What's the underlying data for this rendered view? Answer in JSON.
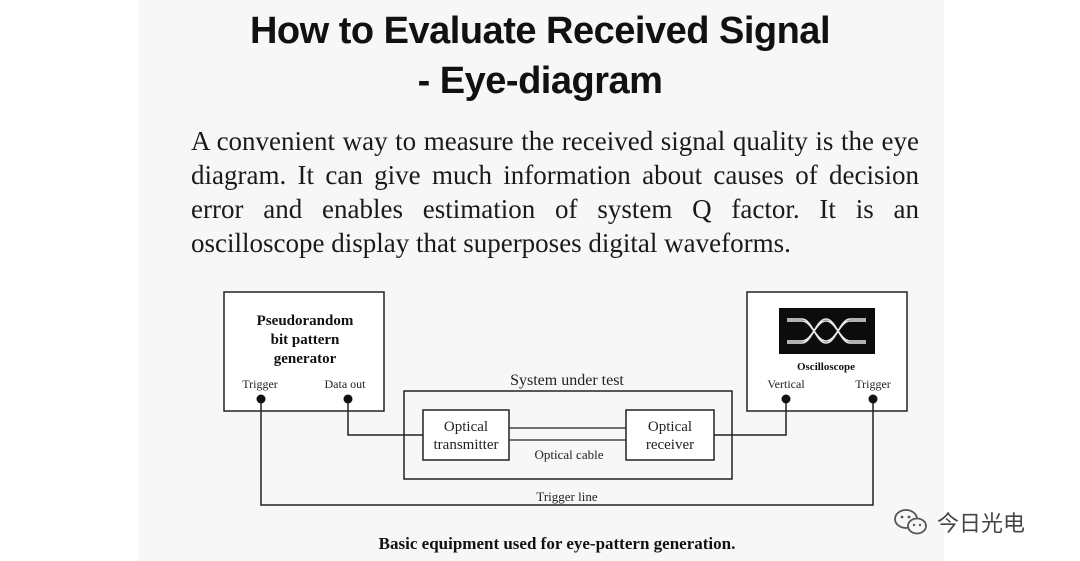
{
  "title_line1": "How to Evaluate Received Signal",
  "title_line2": "- Eye-diagram",
  "paragraph": "A convenient way to measure the received signal quality is the eye diagram. It can give much information about causes of decision error and enables estimation of system Q factor. It is an oscilloscope display that superposes digital waveforms.",
  "diagram": {
    "generator": {
      "line1": "Pseudorandom",
      "line2": "bit pattern",
      "line3": "generator",
      "trigger_label": "Trigger",
      "data_out_label": "Data out"
    },
    "oscilloscope": {
      "label": "Oscilloscope",
      "vertical_label": "Vertical",
      "trigger_label": "Trigger"
    },
    "system_label": "System under test",
    "transmitter": {
      "line1": "Optical",
      "line2": "transmitter"
    },
    "receiver": {
      "line1": "Optical",
      "line2": "receiver"
    },
    "cable_label": "Optical cable",
    "trigger_line_label": "Trigger line",
    "caption": "Basic equipment used for eye-pattern generation."
  },
  "watermark": {
    "text": "今日光电",
    "icon": "wechat-icon"
  }
}
